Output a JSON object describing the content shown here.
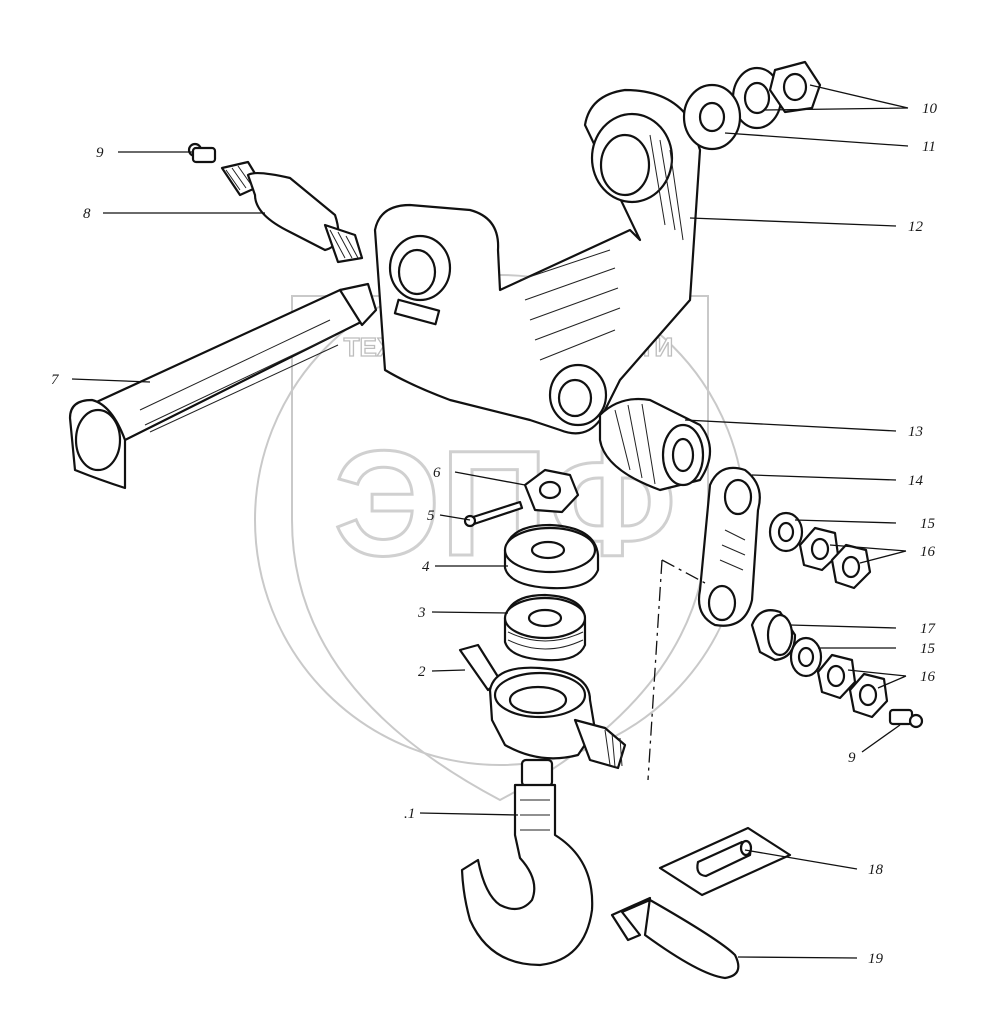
{
  "watermark": {
    "left_text": "ТЕХНИКА",
    "right_text": "ЗАПЧАСТИ",
    "big_text": "ЭПФ"
  },
  "callouts": [
    {
      "id": "c1",
      "label": ".1"
    },
    {
      "id": "c2",
      "label": "2"
    },
    {
      "id": "c3",
      "label": "3"
    },
    {
      "id": "c4",
      "label": "4"
    },
    {
      "id": "c5",
      "label": "5"
    },
    {
      "id": "c6",
      "label": "6"
    },
    {
      "id": "c7",
      "label": "7"
    },
    {
      "id": "c8",
      "label": "8"
    },
    {
      "id": "c9a",
      "label": "9"
    },
    {
      "id": "c9b",
      "label": "9"
    },
    {
      "id": "c10",
      "label": "10"
    },
    {
      "id": "c11",
      "label": "11"
    },
    {
      "id": "c12",
      "label": "12"
    },
    {
      "id": "c13",
      "label": "13"
    },
    {
      "id": "c14",
      "label": "14"
    },
    {
      "id": "c15a",
      "label": "15"
    },
    {
      "id": "c15b",
      "label": "15"
    },
    {
      "id": "c16a",
      "label": "16"
    },
    {
      "id": "c16b",
      "label": "16"
    },
    {
      "id": "c17",
      "label": "17"
    },
    {
      "id": "c18",
      "label": "18"
    },
    {
      "id": "c19",
      "label": "19"
    }
  ]
}
